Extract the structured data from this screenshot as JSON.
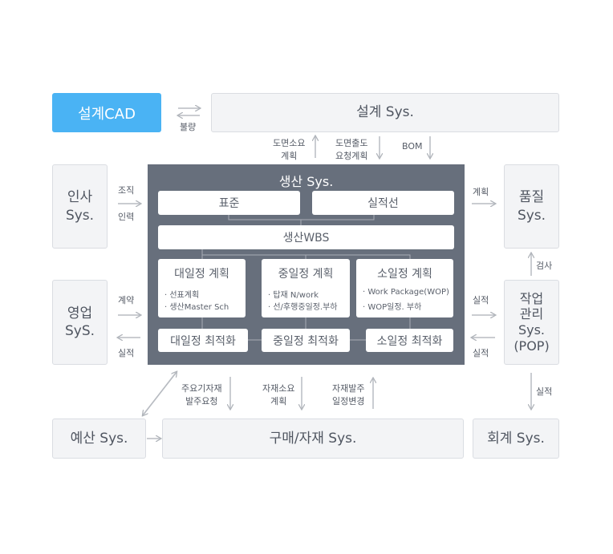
{
  "cad": "설계CAD",
  "design_sys": "설계 Sys.",
  "hr_sys": "인사\nSys.",
  "sales_sys": "영업\nSyS.",
  "quality_sys": "품질\nSys.",
  "pop_sys": "작업\n관리\nSys.\n(POP)",
  "budget_sys": "예산 Sys.",
  "purchase_sys": "구매/자재 Sys.",
  "account_sys": "회계 Sys.",
  "production": {
    "title": "생산 Sys.",
    "standard": "표준",
    "actual_line": "실적선",
    "wbs": "생산WBS",
    "plans": [
      {
        "title": "대일정 계획",
        "items": [
          "· 선표계획",
          "· 생산Master Sch"
        ]
      },
      {
        "title": "중일정 계획",
        "items": [
          "· 탑재 N/work",
          "· 선/후행중일정.부하"
        ]
      },
      {
        "title": "소일정 계획",
        "items": [
          "· Work Package(WOP)",
          "· WOP일정. 부하"
        ]
      }
    ],
    "optimizations": [
      "대일정 최적화",
      "중일정 최적화",
      "소일정 최적화"
    ]
  },
  "labels": {
    "defect": "불량",
    "drawing_qty": "도면소요\n계획",
    "drawing_out": "도면출도\n요청계획",
    "bom": "BOM",
    "org": "조직",
    "input": "인력",
    "plan": "계획",
    "inspect": "검사",
    "contract": "계약",
    "actual_sales": "실적",
    "actual_pop_in": "실적",
    "actual_pop_out": "실적",
    "actual_account": "실적",
    "key_material": "주요기자재\n발주요청",
    "material_qty": "자재소요\n계획",
    "material_order": "자재발주\n일정변경"
  },
  "colors": {
    "accent": "#4ab3f4",
    "core": "#676f7c",
    "box": "#f3f4f6",
    "arrow": "#b8bcc2"
  }
}
